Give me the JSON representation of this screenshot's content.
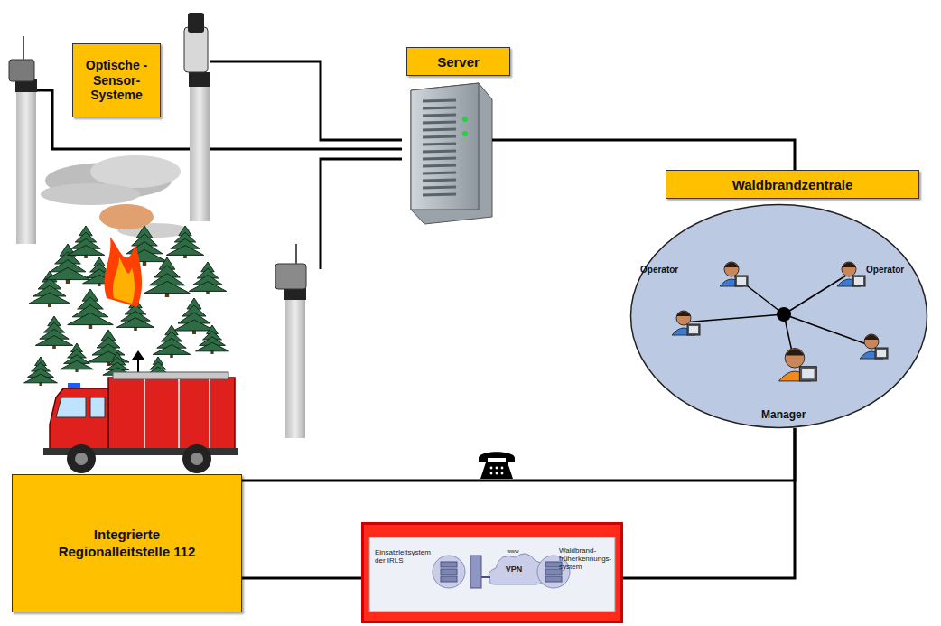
{
  "diagram": {
    "nodes": [
      {
        "text": [
          "Optische -Sensor- Systeme"
        ]
      },
      {
        "text": [
          "Server"
        ]
      },
      {
        "text": [
          "Waldbrandzentrale"
        ]
      },
      {
        "text": [
          "Operator",
          "Operator",
          "Manager"
        ]
      },
      {
        "text": [
          "Integrierte Regionalleitstelle 112"
        ]
      },
      {
        "text": [
          "Einsatzleitsystem der IRLS",
          "www",
          "VPN",
          "Waldbrand- früherkennungs- system"
        ]
      }
    ],
    "edges": [
      {
        "from": 1,
        "to": 2,
        "arrow": "none"
      },
      {
        "from": 3,
        "to": 4,
        "arrow": "none"
      },
      {
        "from": 3,
        "to": 5,
        "arrow": "none"
      },
      {
        "from": 5,
        "to": 4,
        "arrow": "none"
      }
    ]
  }
}
